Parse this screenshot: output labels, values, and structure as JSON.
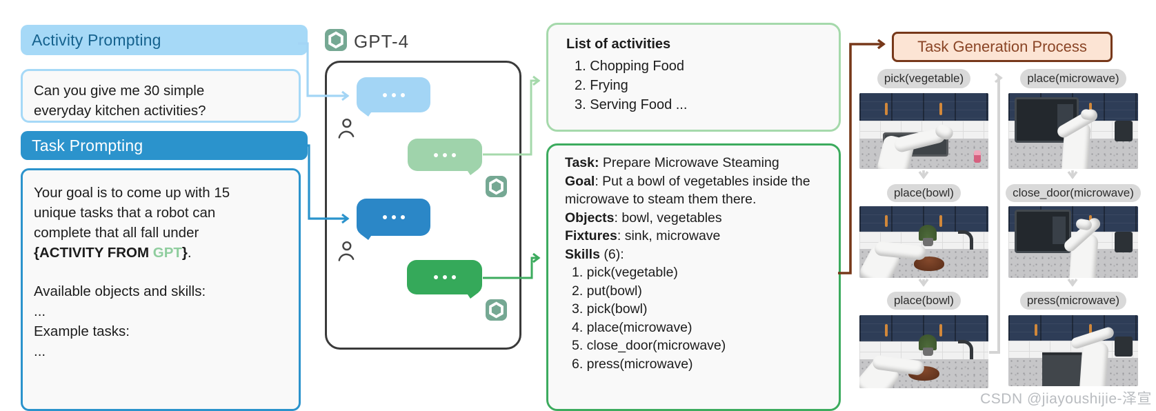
{
  "left_panel": {
    "activity_header": "Activity Prompting",
    "activity_prompt_line1": "Can you give me 30 simple",
    "activity_prompt_line2": "everyday kitchen activities?",
    "task_header": "Task Prompting",
    "task_prompt": {
      "line1": "Your goal is to come up with 15",
      "line2": "unique tasks that a robot can",
      "line3": "complete that all fall under",
      "bold_prefix": "{ACTIVITY FROM ",
      "bold_gpt": "GPT",
      "bold_suffix": "}",
      "period": ".",
      "objects_line": "Available objects and skills:",
      "ellipsis1": "...",
      "examples_line": "Example tasks:",
      "ellipsis2": "..."
    }
  },
  "gpt_panel": {
    "title": "GPT-4"
  },
  "list_box": {
    "title": "List of activities",
    "items": [
      "1. Chopping Food",
      "2. Frying",
      "3. Serving Food ..."
    ]
  },
  "task_box": {
    "task_label": "Task:",
    "task_value": " Prepare Microwave Steaming",
    "goal_label": "Goal",
    "goal_value": ": Put a bowl of vegetables inside the microwave to steam them there.",
    "objects_label": "Objects",
    "objects_value": ": bowl, vegetables",
    "fixtures_label": "Fixtures",
    "fixtures_value": ": sink, microwave",
    "skills_label": "Skills",
    "skills_suffix": " (6):",
    "skills": [
      "1. pick(vegetable)",
      "2. put(bowl)",
      "3. pick(bowl)",
      "4. place(microwave)",
      "5. close_door(microwave)",
      "6. press(microwave)"
    ]
  },
  "process_panel": {
    "title": "Task Generation Process",
    "left_steps": [
      "pick(vegetable)",
      "place(bowl)",
      "place(bowl)"
    ],
    "right_steps": [
      "place(microwave)",
      "close_door(microwave)",
      "press(microwave)"
    ]
  },
  "watermark": "CSDN @jiayoushijie-泽宣",
  "colors": {
    "light_blue": "#a6d9f7",
    "blue": "#2b93cc",
    "dark_blue_text": "#15628e",
    "light_green_bubble": "#9fd3ab",
    "light_green_border": "#a5d9ab",
    "green": "#3cab5e",
    "dark_green_bubble": "#35a95a",
    "openai_teal": "#75a893",
    "brown": "#77381a",
    "peach_fill": "#fce4d4",
    "brown_text": "#8a4526",
    "pill_gray": "#d9d9d9",
    "arrow_gray": "#d4d4d4"
  }
}
